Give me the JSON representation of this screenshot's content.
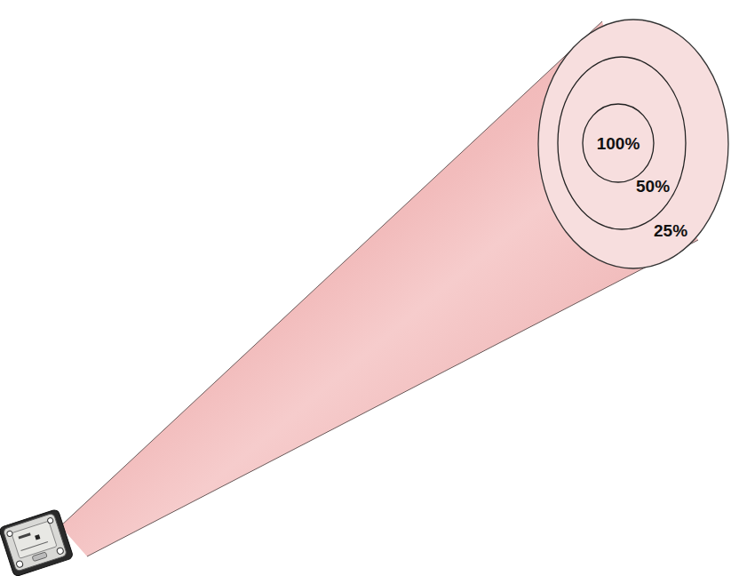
{
  "diagram": {
    "nodes": [
      {
        "text": [
          "25%"
        ]
      },
      {
        "text": [
          "50%"
        ],
        "in": 0
      },
      {
        "text": [
          "100%"
        ],
        "in": 1
      }
    ]
  }
}
